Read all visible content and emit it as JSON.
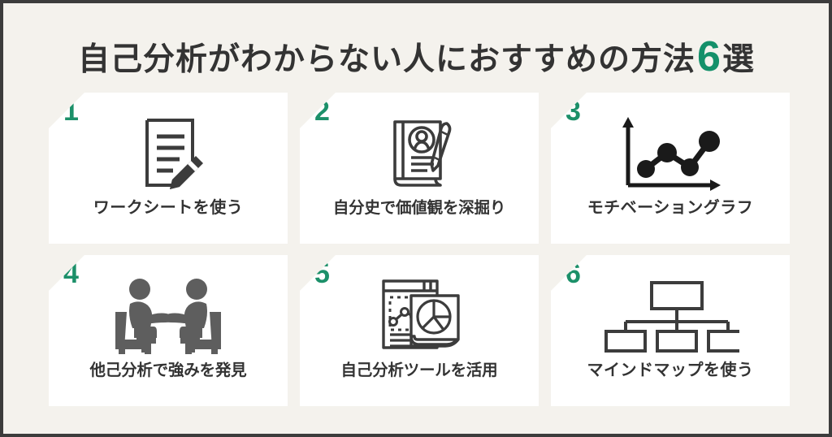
{
  "header": {
    "title_main": "自己分析がわからない人におすすめの方法",
    "title_count": "6",
    "title_suffix": "選"
  },
  "theme": {
    "background": "#f4f2ed",
    "card_background": "#ffffff",
    "border": "#3c3c3c",
    "accent_green": "#14906a",
    "text_dark": "#333333",
    "icon_dark": "#3c3c3c",
    "icon_gray": "#5e5e5e"
  },
  "cards": [
    {
      "number": "1",
      "label": "ワークシートを使う",
      "icon": "document-pencil-icon"
    },
    {
      "number": "2",
      "label": "自分史で価値観を深掘り",
      "icon": "book-portrait-pen-icon"
    },
    {
      "number": "3",
      "label": "モチベーショングラフ",
      "icon": "line-graph-axes-icon"
    },
    {
      "number": "4",
      "label": "他己分析で強みを発見",
      "icon": "two-people-interview-icon"
    },
    {
      "number": "5",
      "label": "自己分析ツールを活用",
      "icon": "analytics-report-icon"
    },
    {
      "number": "6",
      "label": "マインドマップを使う",
      "icon": "org-chart-tree-icon"
    }
  ]
}
